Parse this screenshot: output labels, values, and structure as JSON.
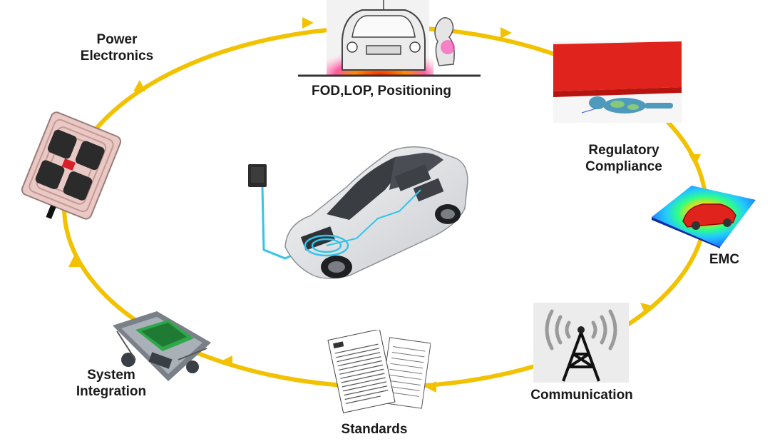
{
  "diagram": {
    "nodes": [
      {
        "id": "fod",
        "label": "FOD,LOP, Positioning"
      },
      {
        "id": "regulatory",
        "label_lines": [
          "Regulatory",
          "Compliance"
        ]
      },
      {
        "id": "emc",
        "label": "EMC"
      },
      {
        "id": "communication",
        "label": "Communication"
      },
      {
        "id": "standards",
        "label": "Standards"
      },
      {
        "id": "system",
        "label_lines": [
          "System",
          "Integration"
        ]
      },
      {
        "id": "power",
        "label_lines": [
          "Power",
          "Electronics"
        ]
      }
    ],
    "colors": {
      "ring": "#f2c200",
      "arrow": "#f2c200",
      "car_body": "#e6e8ea",
      "power_line": "#33c4ec",
      "regulatory_block": "#e0231c",
      "emc_field": "#1e5cff",
      "system_board": "#2ea84a"
    },
    "icons": {
      "fod": "car-front-heatmap-icon",
      "regulatory": "human-under-vehicle-simulation-icon",
      "emc": "vehicle-field-simulation-icon",
      "communication": "radio-tower-icon",
      "standards": "standards-documents-icon",
      "system": "vehicle-chassis-integration-icon",
      "power": "wireless-charging-pad-icon",
      "center": "electric-car-wireless-charging-icon"
    }
  }
}
